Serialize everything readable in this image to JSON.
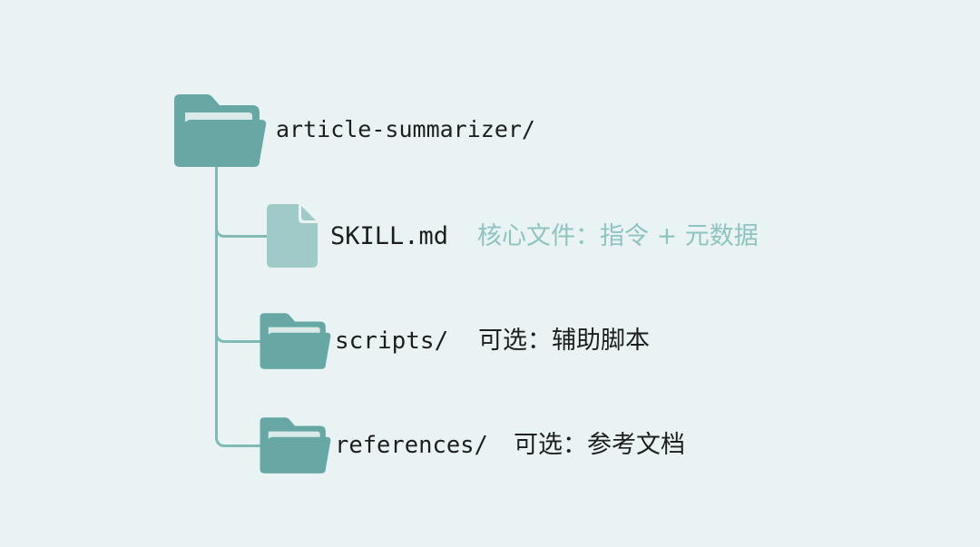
{
  "colors": {
    "background": "#e9f3f4",
    "folder": "#68a8a4",
    "folder_tab_inner": "#e6f1f1",
    "file_icon": "#9fcac8",
    "tree_line": "#7fbab5",
    "text_primary": "#1d1f1f",
    "text_muted": "#8fc3bf"
  },
  "root": {
    "icon": "folder-open-icon",
    "name": "article-summarizer/"
  },
  "children": [
    {
      "icon": "file-icon",
      "name": "SKILL.md",
      "description": "核心文件：指令 + 元数据",
      "description_style": "muted"
    },
    {
      "icon": "folder-open-icon",
      "name": "scripts/",
      "description": "可选：辅助脚本",
      "description_style": "dark"
    },
    {
      "icon": "folder-open-icon",
      "name": "references/",
      "description": "可选：参考文档",
      "description_style": "dark"
    }
  ]
}
